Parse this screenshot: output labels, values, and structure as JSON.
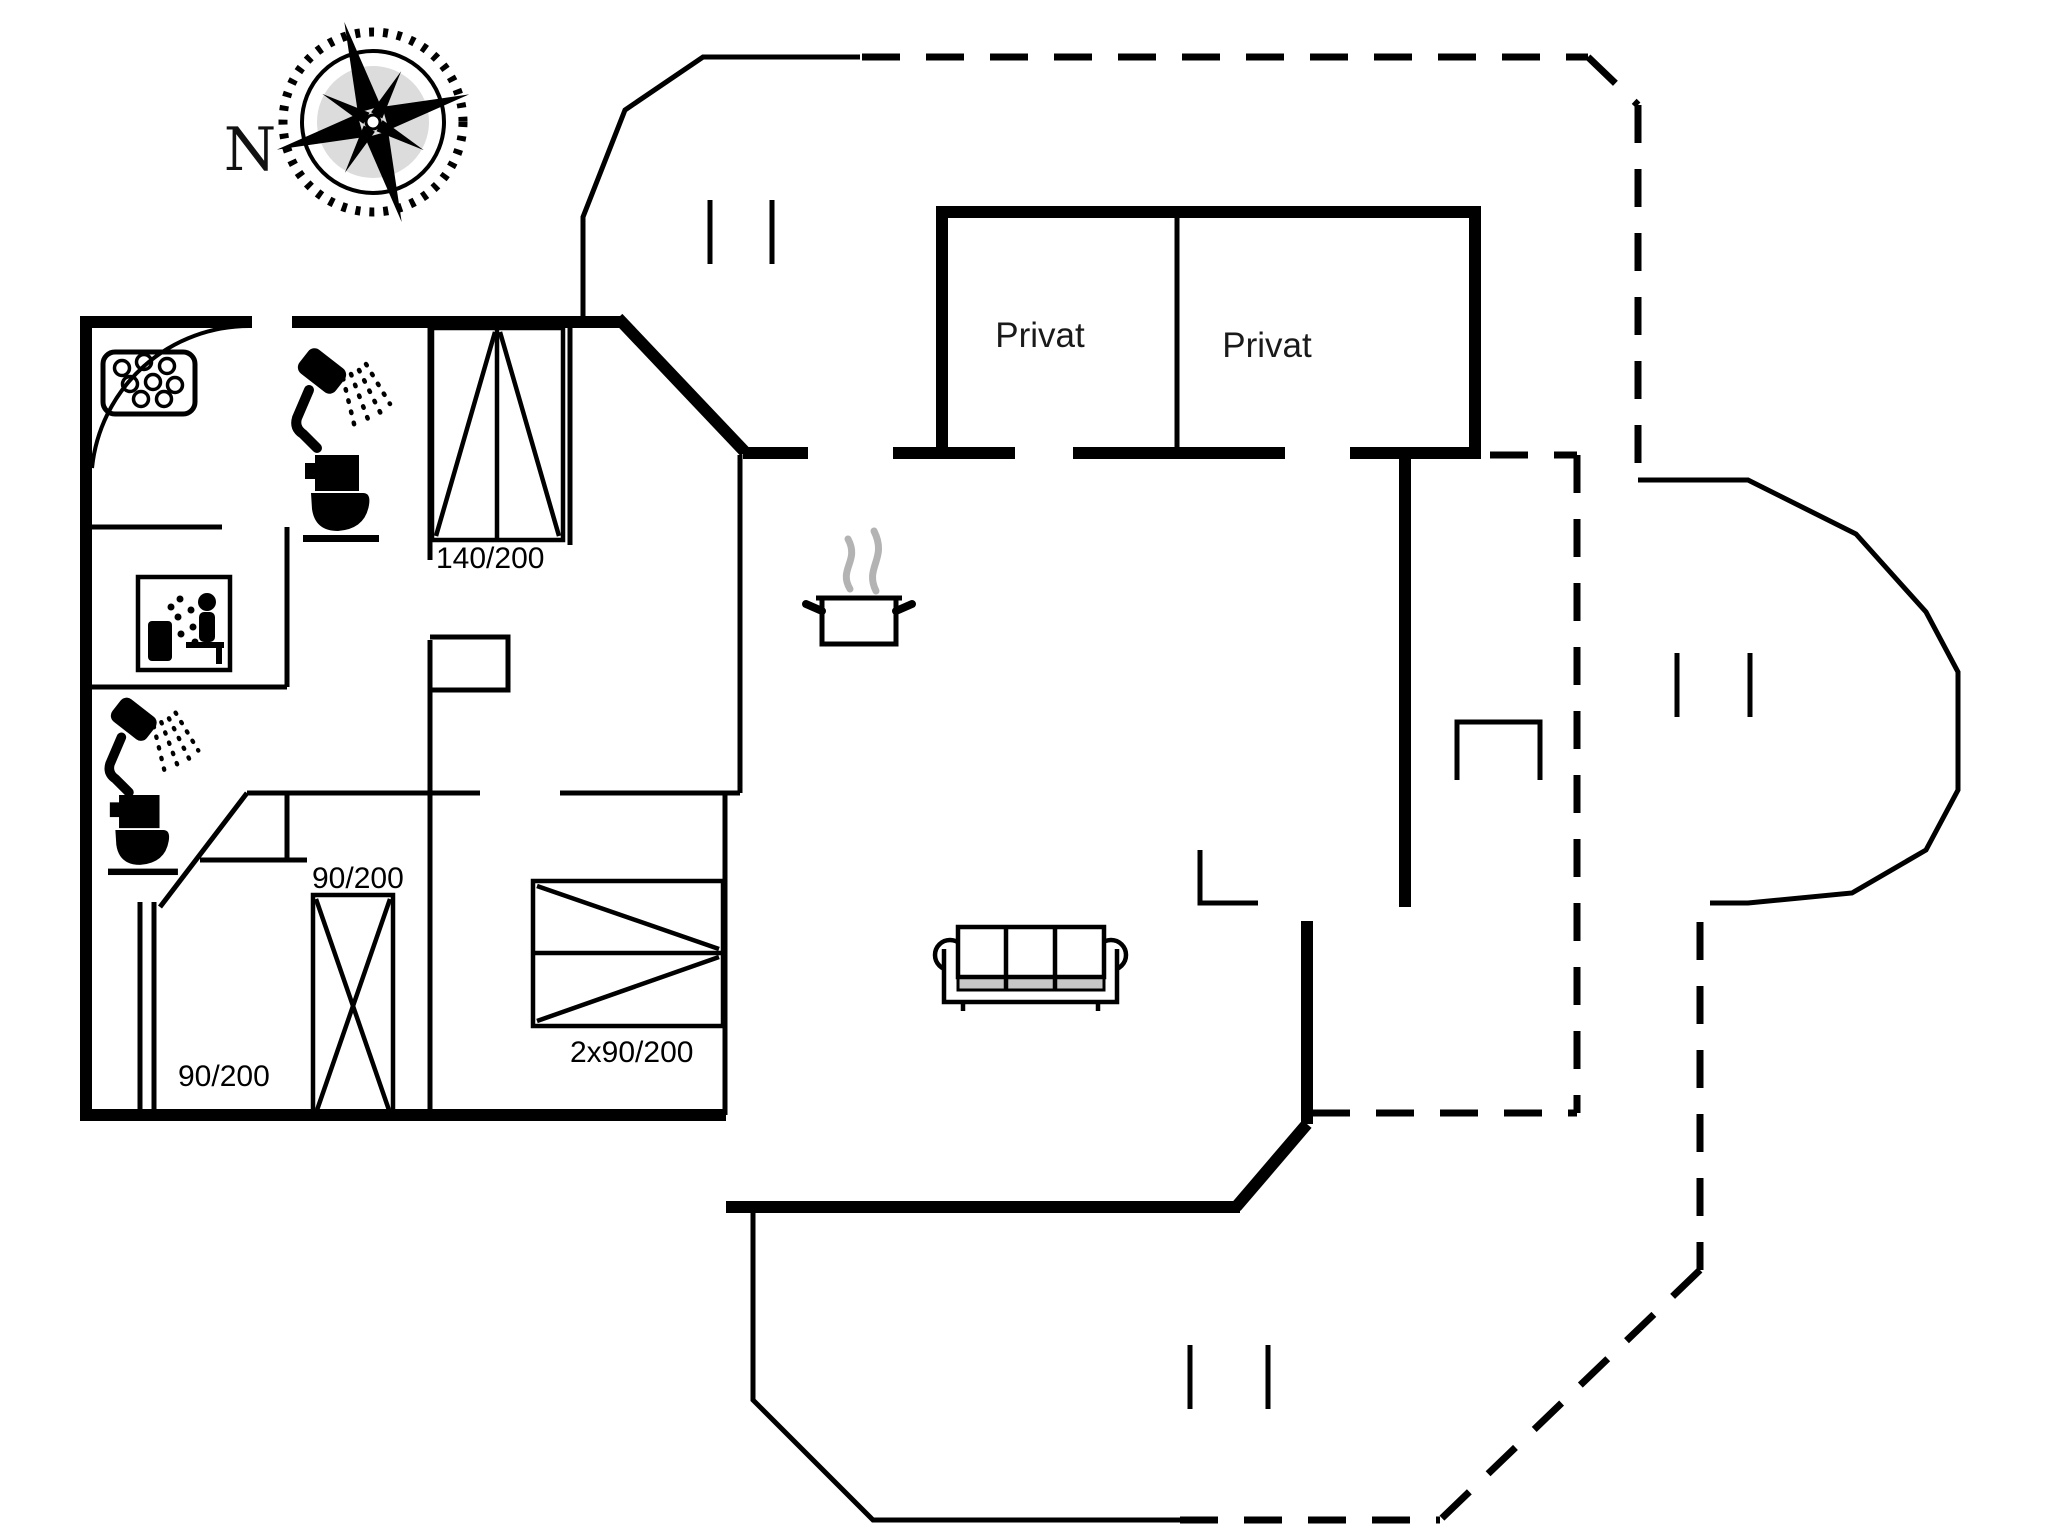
{
  "title": "holiday-home-floor-plan",
  "background": "#ffffff",
  "colors": {
    "line": "#000000",
    "steam": "#b3b3b3",
    "compass_fill": "#c9c9c9",
    "sofa_seat_band": "#c8c8c8"
  },
  "compass": {
    "label": "N"
  },
  "rooms": [
    {
      "label": "Privat"
    },
    {
      "label": "Privat"
    }
  ],
  "beds": [
    {
      "label": "140/200"
    },
    {
      "label": "90/200"
    },
    {
      "label": "90/200"
    },
    {
      "label": "2x90/200"
    }
  ],
  "icons": [
    "compass-rose-icon",
    "hot-tub-icon",
    "shower-icon",
    "toilet-icon",
    "sauna-icon",
    "cooking-pot-icon",
    "steam-icon",
    "sofa-icon",
    "window-tick-icon",
    "door-arc-icon"
  ]
}
